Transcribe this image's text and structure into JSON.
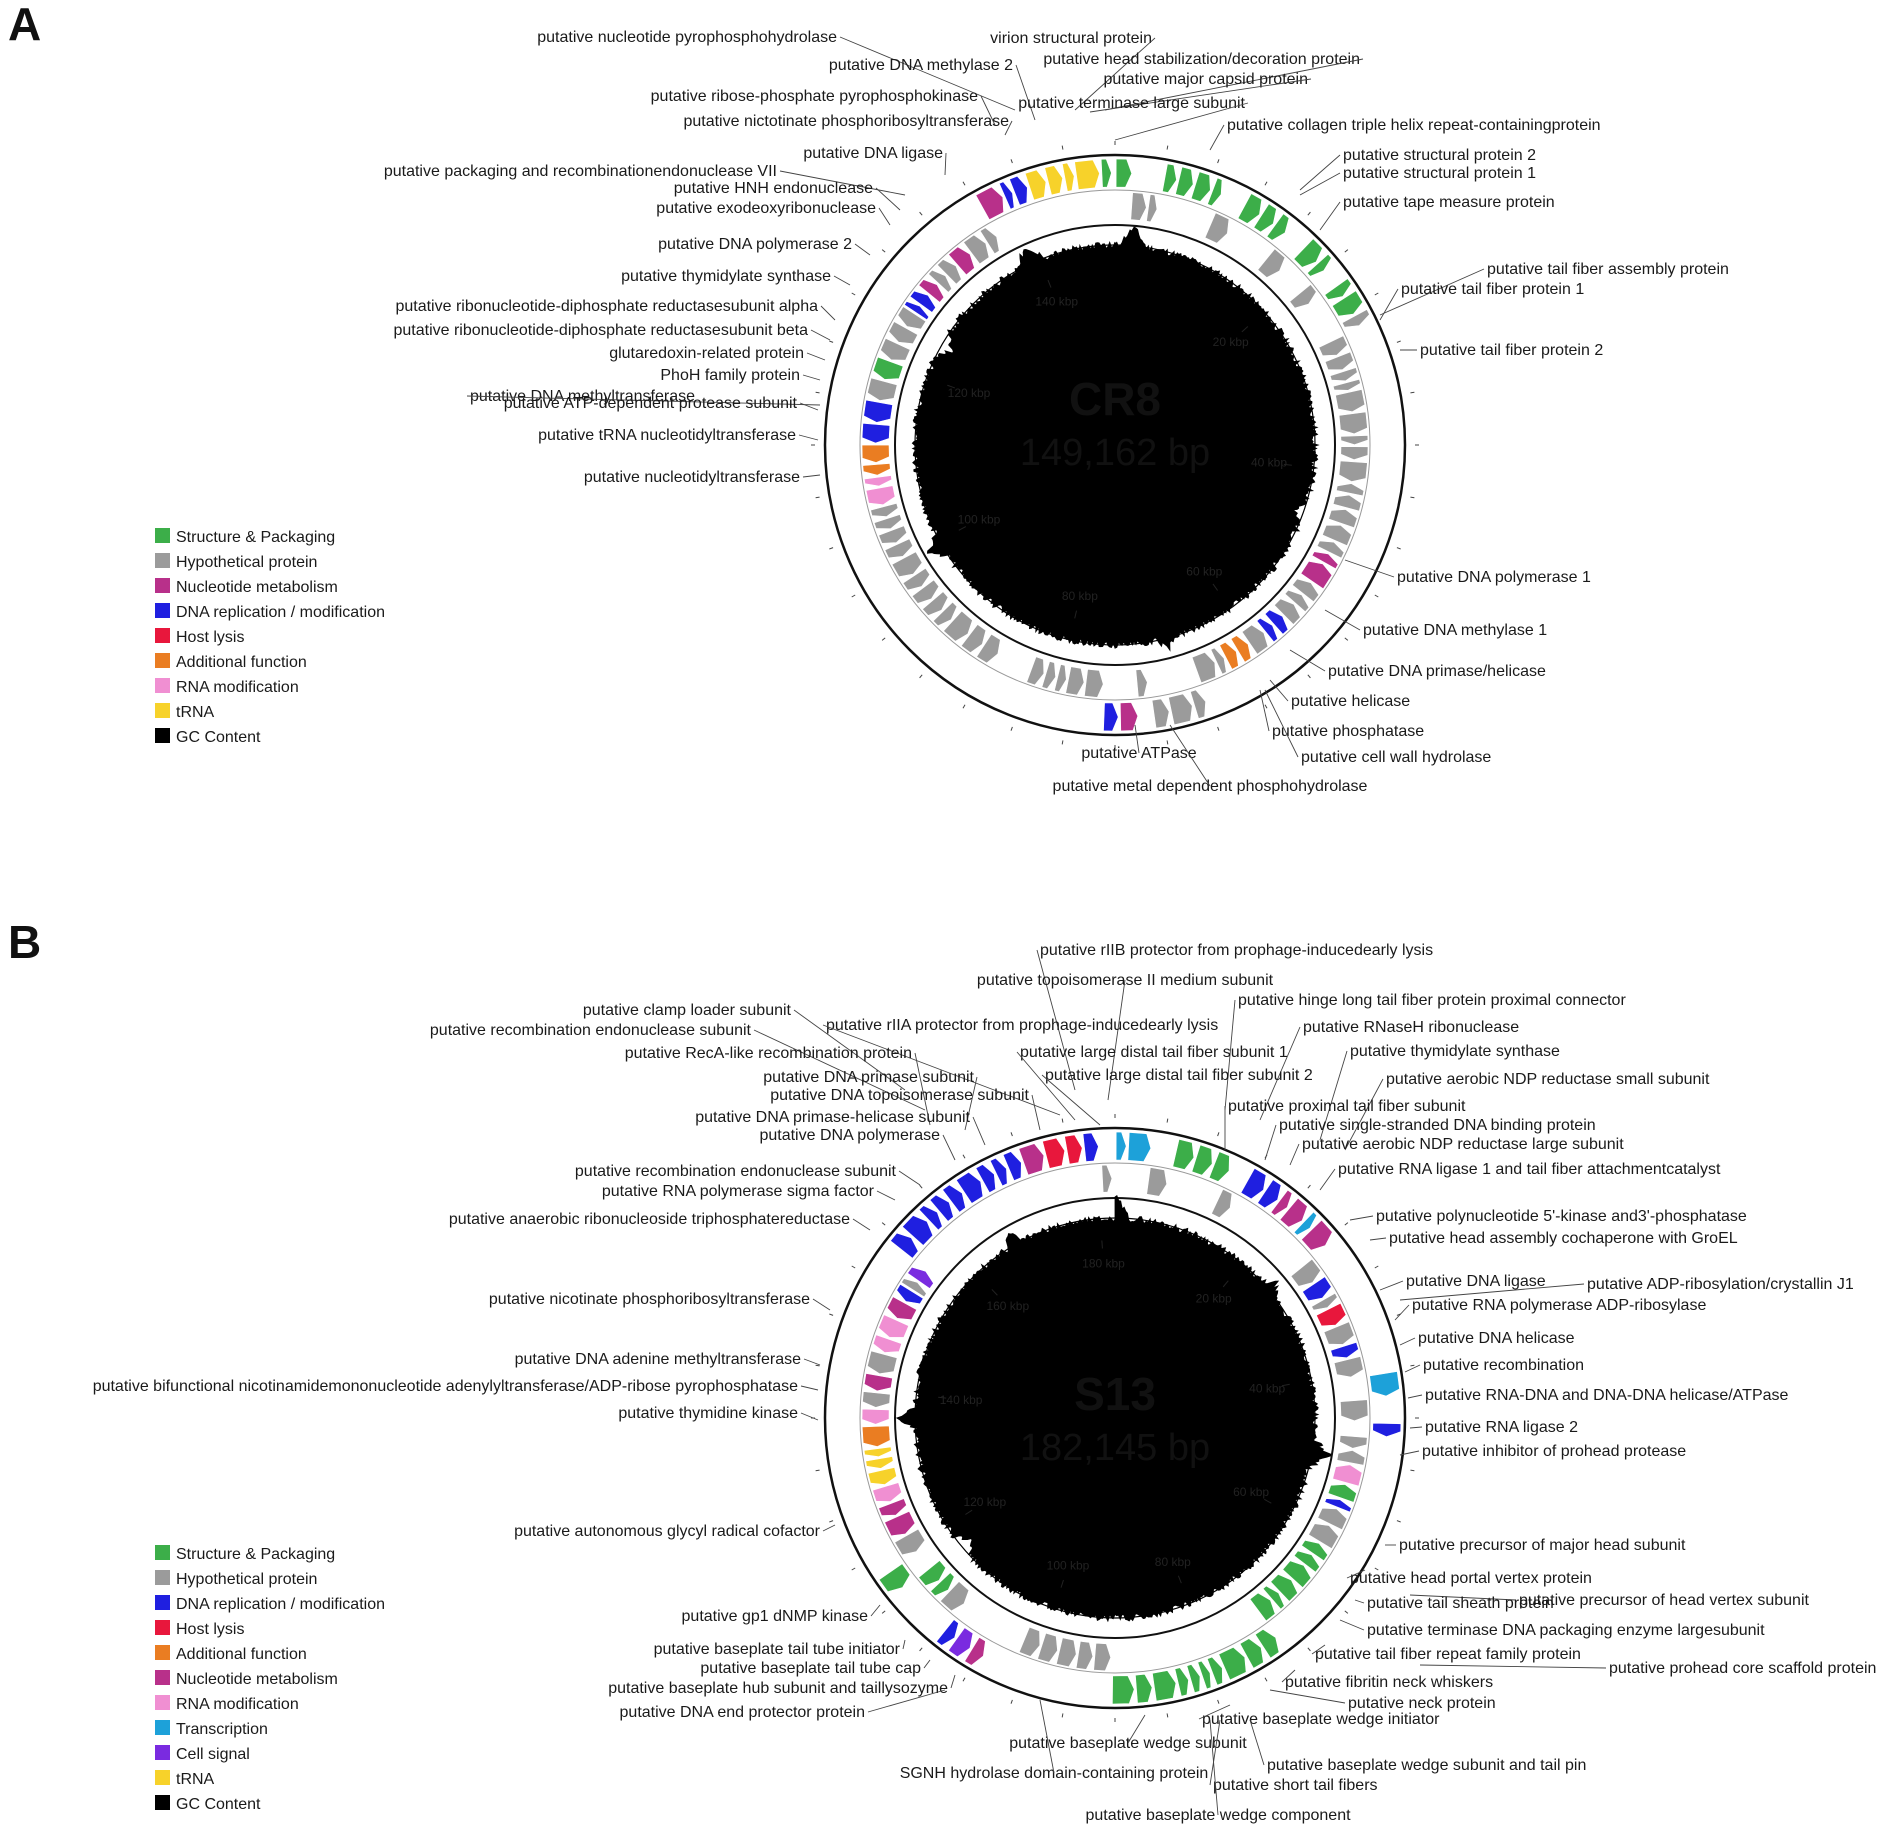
{
  "panels": [
    {
      "letter": "A",
      "genome_name": "CR8",
      "genome_size": "149,162 bp",
      "genome_length_kbp": 149.162,
      "kbp_ticks": [
        "20 kbp",
        "40 kbp",
        "60 kbp",
        "80 kbp",
        "100 kbp",
        "120 kbp",
        "140 kbp"
      ],
      "legend": [
        {
          "label": "Structure & Packaging",
          "color": "#3cae49"
        },
        {
          "label": "Hypothetical protein",
          "color": "#9b9b9b"
        },
        {
          "label": "Nucleotide metabolism",
          "color": "#b8308a"
        },
        {
          "label": "DNA replication / modification",
          "color": "#1f1fe0"
        },
        {
          "label": "Host lysis",
          "color": "#e8173c"
        },
        {
          "label": "Additional function",
          "color": "#ea7d22"
        },
        {
          "label": "RNA modification",
          "color": "#f08fd2"
        },
        {
          "label": "tRNA",
          "color": "#f7d22a"
        },
        {
          "label": "GC Content",
          "color": "#000000"
        }
      ],
      "labels": [
        "putative nucleotide pyrophosphohydrolase",
        "putative DNA methylase 2",
        "virion structural protein",
        "putative head stabilization/decoration protein",
        "putative major capsid protein",
        "putative ribose-phosphate pyrophosphokinase",
        "putative terminase large subunit",
        "putative nictotinate phosphoribosyltransferase",
        "putative collagen triple helix repeat-containingprotein",
        "putative DNA ligase",
        "putative structural protein 2",
        "putative packaging and recombinationendonuclease VII",
        "putative structural protein 1",
        "putative HNH endonuclease",
        "putative exodeoxyribonuclease",
        "putative tape measure protein",
        "putative DNA polymerase 2",
        "putative thymidylate synthase",
        "putative tail fiber assembly protein",
        "putative tail fiber protein 1",
        "putative ribonucleotide-diphosphate reductasesubunit alpha",
        "putative ribonucleotide-diphosphate reductasesubunit beta",
        "putative tail fiber protein 2",
        "glutaredoxin-related protein",
        "PhoH family protein",
        "putative DNA methyltransferase",
        "putative ATP-dependent protease subunit",
        "putative tRNA nucleotidyltransferase",
        "putative nucleotidyltransferase",
        "putative DNA polymerase 1",
        "putative DNA methylase 1",
        "putative DNA primase/helicase",
        "putative helicase",
        "putative phosphatase",
        "putative ATPase",
        "putative cell wall hydrolase",
        "putative metal dependent phosphohydrolase"
      ]
    },
    {
      "letter": "B",
      "genome_name": "S13",
      "genome_size": "182,145 bp",
      "genome_length_kbp": 182.145,
      "kbp_ticks": [
        "20 kbp",
        "40 kbp",
        "60 kbp",
        "80 kbp",
        "100 kbp",
        "120 kbp",
        "140 kbp",
        "160 kbp",
        "180 kbp"
      ],
      "legend": [
        {
          "label": "Structure & Packaging",
          "color": "#3cae49"
        },
        {
          "label": "Hypothetical protein",
          "color": "#9b9b9b"
        },
        {
          "label": "DNA replication / modification",
          "color": "#1f1fe0"
        },
        {
          "label": "Host lysis",
          "color": "#e8173c"
        },
        {
          "label": "Additional function",
          "color": "#ea7d22"
        },
        {
          "label": "Nucleotide metabolism",
          "color": "#b8308a"
        },
        {
          "label": "RNA modification",
          "color": "#f08fd2"
        },
        {
          "label": "Transcription",
          "color": "#1da1d9"
        },
        {
          "label": "Cell signal",
          "color": "#7a2be0"
        },
        {
          "label": "tRNA",
          "color": "#f7d22a"
        },
        {
          "label": "GC Content",
          "color": "#000000"
        }
      ],
      "labels": [
        "putative rIIB protector from prophage-inducedearly lysis",
        "putative topoisomerase II medium subunit",
        "putative clamp loader subunit",
        "putative hinge long tail fiber protein proximal connector",
        "putative recombination endonuclease subunit",
        "putative rIIA protector from prophage-inducedearly lysis",
        "putative RNaseH ribonuclease",
        "putative RecA-like recombination protein",
        "putative large distal tail fiber subunit 1",
        "putative thymidylate synthase",
        "putative DNA primase subunit",
        "putative large distal tail fiber subunit 2",
        "putative aerobic NDP reductase small subunit",
        "putative DNA topoisomerase subunit",
        "putative proximal tail fiber subunit",
        "putative DNA primase-helicase subunit",
        "putative single-stranded DNA binding protein",
        "putative DNA polymerase",
        "putative aerobic NDP reductase large subunit",
        "putative recombination endonuclease subunit",
        "putative RNA ligase 1 and tail fiber attachmentcatalyst",
        "putative RNA polymerase sigma factor",
        "putative polynucleotide 5'-kinase and3'-phosphatase",
        "putative anaerobic ribonucleoside triphosphatereductase",
        "putative head assembly cochaperone with GroEL",
        "putative DNA ligase",
        "putative ADP-ribosylation/crystallin J1",
        "putative nicotinate phosphoribosyltransferase",
        "putative RNA polymerase ADP-ribosylase",
        "putative DNA helicase",
        "putative DNA adenine methyltransferase",
        "putative recombination",
        "putative bifunctional nicotinamidemononucleotide adenylyltransferase/ADP-ribose pyrophosphatase",
        "putative RNA-DNA and DNA-DNA helicase/ATPase",
        "putative thymidine kinase",
        "putative RNA ligase 2",
        "putative inhibitor of prohead protease",
        "putative autonomous glycyl radical cofactor",
        "putative precursor of major head subunit",
        "putative head portal vertex protein",
        "putative precursor of head vertex subunit",
        "putative gp1 dNMP kinase",
        "putative tail sheath protein",
        "putative terminase DNA packaging enzyme largesubunit",
        "putative baseplate tail tube initiator",
        "putative tail fiber repeat family protein",
        "putative prohead core scaffold protein",
        "putative baseplate tail tube cap",
        "putative fibritin neck whiskers",
        "putative baseplate hub subunit and taillysozyme",
        "putative neck protein",
        "putative DNA end protector protein",
        "putative baseplate wedge initiator",
        "putative baseplate wedge subunit",
        "putative baseplate wedge subunit and tail pin",
        "SGNH hydrolase domain-containing protein",
        "putative short tail fibers",
        "putative baseplate wedge component"
      ]
    }
  ]
}
